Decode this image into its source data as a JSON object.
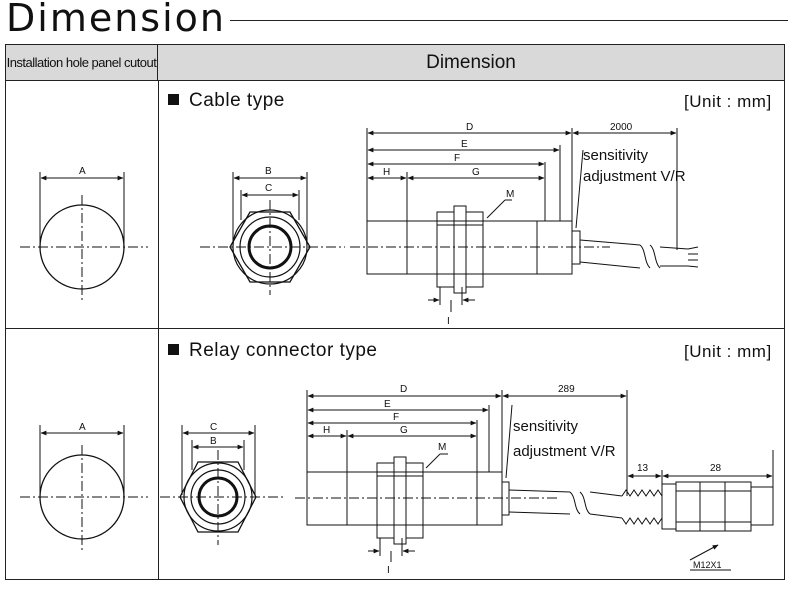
{
  "header": {
    "title": "Dimension",
    "col_left": "Installation hole panel cutout",
    "col_right": "Dimension"
  },
  "cable": {
    "title": "Cable type",
    "unit": "[Unit : mm]",
    "panel_label": "A",
    "labels": {
      "B": "B",
      "C": "C",
      "D": "D",
      "E": "E",
      "F": "F",
      "G": "G",
      "H": "H",
      "I": "I",
      "M": "M"
    },
    "cable_length": "2000",
    "sensitivity_line1": "sensitivity",
    "sensitivity_line2": "adjustment V/R"
  },
  "relay": {
    "title": "Relay connector type",
    "unit": "[Unit : mm]",
    "panel_label": "A",
    "labels": {
      "B": "B",
      "C": "C",
      "D": "D",
      "E": "E",
      "F": "F",
      "G": "G",
      "H": "H",
      "I": "I",
      "M": "M"
    },
    "cable_length": "289",
    "sensitivity_line1": "sensitivity",
    "sensitivity_line2": "adjustment V/R",
    "dim_13": "13",
    "dim_28": "28",
    "connector": "M12X1"
  }
}
